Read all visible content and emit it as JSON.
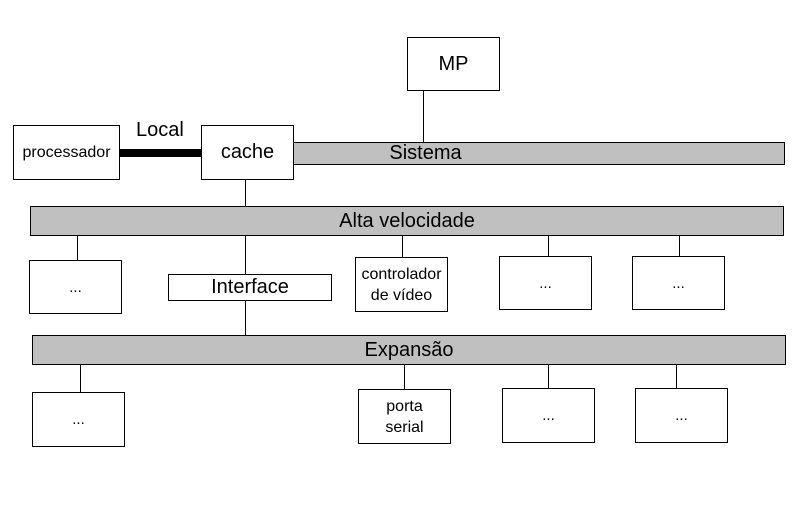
{
  "nodes": {
    "mp": "MP",
    "processador": "processador",
    "cache": "cache",
    "interface": "Interface",
    "controlador_video_line1": "controlador",
    "controlador_video_line2": "de vídeo",
    "porta_serial_line1": "porta",
    "porta_serial_line2": "serial",
    "ellipsis": "..."
  },
  "buses": {
    "local": "Local",
    "sistema": "Sistema",
    "alta_velocidade": "Alta velocidade",
    "expansao": "Expansão"
  }
}
